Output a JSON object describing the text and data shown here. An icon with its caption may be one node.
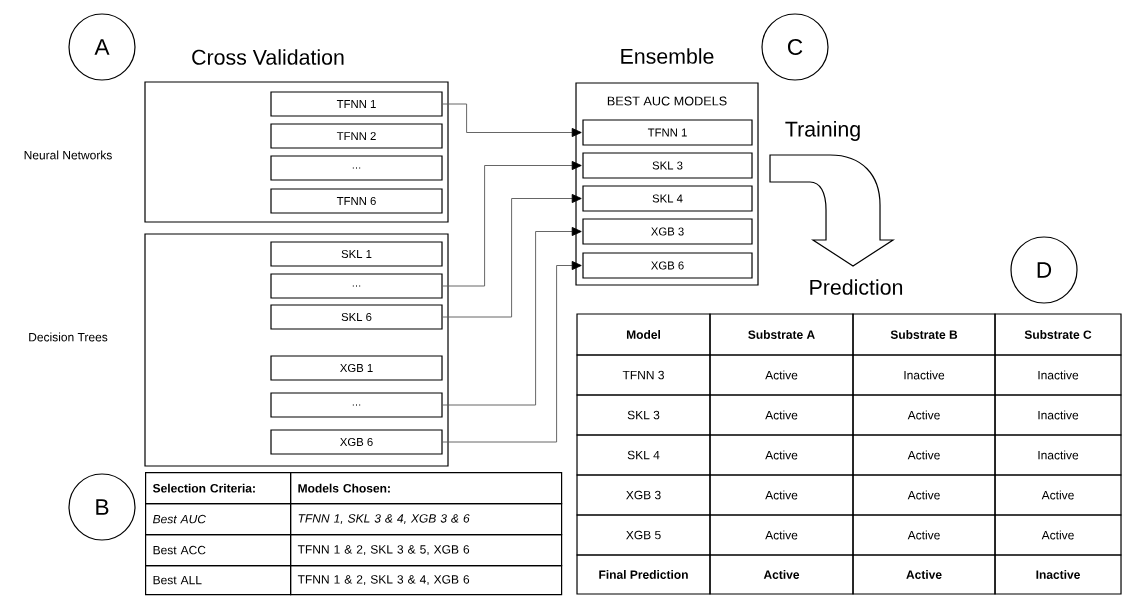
{
  "diagram": {
    "nodes": [
      {
        "text": [
          "A"
        ]
      },
      {
        "text": [],
        "shape": "box"
      },
      {
        "text": [
          "TFNN 1"
        ],
        "in": 1
      },
      {
        "text": [
          "TFNN 2"
        ],
        "in": 1
      },
      {
        "text": [
          "..."
        ],
        "in": 1
      },
      {
        "text": [
          "TFNN 6"
        ],
        "in": 1
      },
      {
        "text": [],
        "shape": "box"
      },
      {
        "text": [
          "SKL 1"
        ],
        "in": 6
      },
      {
        "text": [
          "..."
        ],
        "in": 6
      },
      {
        "text": [
          "SKL 6"
        ],
        "in": 6
      },
      {
        "text": [
          "XGB 1"
        ],
        "in": 6
      },
      {
        "text": [
          "..."
        ],
        "in": 6
      },
      {
        "text": [
          "XGB 6"
        ],
        "in": 6
      },
      {
        "text": [
          "C"
        ]
      },
      {
        "text": [
          "Ensemble",
          "BEST AUC MODELS"
        ]
      },
      {
        "text": [
          "TFNN 1"
        ],
        "in": 14
      },
      {
        "text": [
          "SKL 3"
        ],
        "in": 14
      },
      {
        "text": [
          "SKL 4"
        ],
        "in": 14
      },
      {
        "text": [
          "XGB 3"
        ],
        "in": 14
      },
      {
        "text": [
          "XGB 6"
        ],
        "in": 14
      },
      {
        "text": [
          "B"
        ]
      },
      {
        "text": [
          "D"
        ]
      }
    ],
    "edges": [
      {
        "from": 2,
        "to": 15,
        "arrow": "to"
      },
      {
        "from": 8,
        "to": 16,
        "arrow": "to"
      },
      {
        "from": 9,
        "to": 17,
        "arrow": "to"
      },
      {
        "from": 11,
        "to": 18,
        "arrow": "to"
      },
      {
        "from": 12,
        "to": 19,
        "arrow": "to"
      }
    ],
    "labels": [
      "Cross Validation",
      "Neural Networks",
      "Decision Trees",
      "Training",
      "Prediction",
      "Selection Criteria:",
      "Models Chosen:",
      "Best AUC",
      "TFNN 1, SKL 3 & 4, XGB 3 & 6",
      "Best ACC",
      "TFNN 1 & 2, SKL 3 & 5, XGB 6",
      "Best ALL",
      "TFNN 1 & 2, SKL 3 & 4, XGB 6",
      "Model",
      "Substrate A",
      "Substrate B",
      "Substrate C",
      "TFNN 3",
      "Active",
      "Inactive",
      "Inactive",
      "SKL 3",
      "Active",
      "Active",
      "Inactive",
      "SKL 4",
      "Active",
      "Active",
      "Inactive",
      "XGB 3",
      "Active",
      "Active",
      "Active",
      "XGB 5",
      "Active",
      "Active",
      "Active",
      "Final Prediction",
      "Active",
      "Active",
      "Inactive"
    ]
  }
}
